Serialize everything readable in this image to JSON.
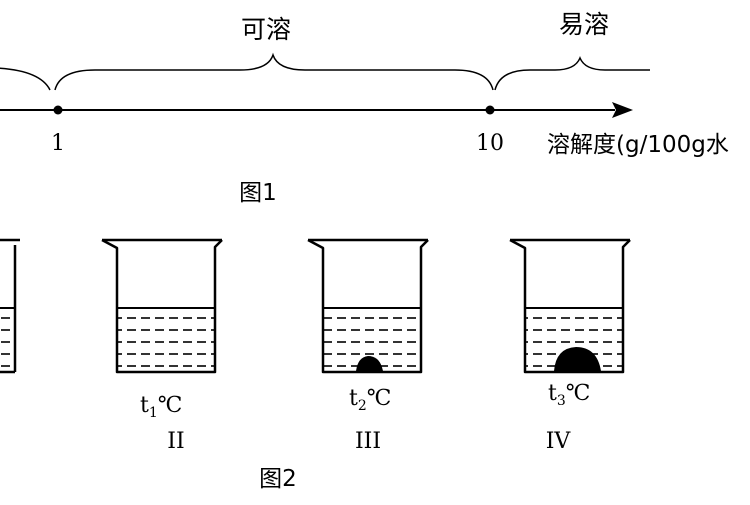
{
  "figure1": {
    "regions": [
      {
        "label": "可溶"
      },
      {
        "label": "易溶"
      }
    ],
    "ticks": [
      {
        "label": "1"
      },
      {
        "label": "10"
      }
    ],
    "axis_label": "溶解度(g/100g水",
    "caption": "图1"
  },
  "figure2": {
    "beakers": [
      {
        "temp_main": "t",
        "temp_sub": "1",
        "temp_unit": "℃",
        "roman": "II",
        "solid": "none"
      },
      {
        "temp_main": "t",
        "temp_sub": "2",
        "temp_unit": "℃",
        "roman": "III",
        "solid": "small"
      },
      {
        "temp_main": "t",
        "temp_sub": "3",
        "temp_unit": "℃",
        "roman": "IV",
        "solid": "large"
      }
    ],
    "caption": "图2"
  }
}
